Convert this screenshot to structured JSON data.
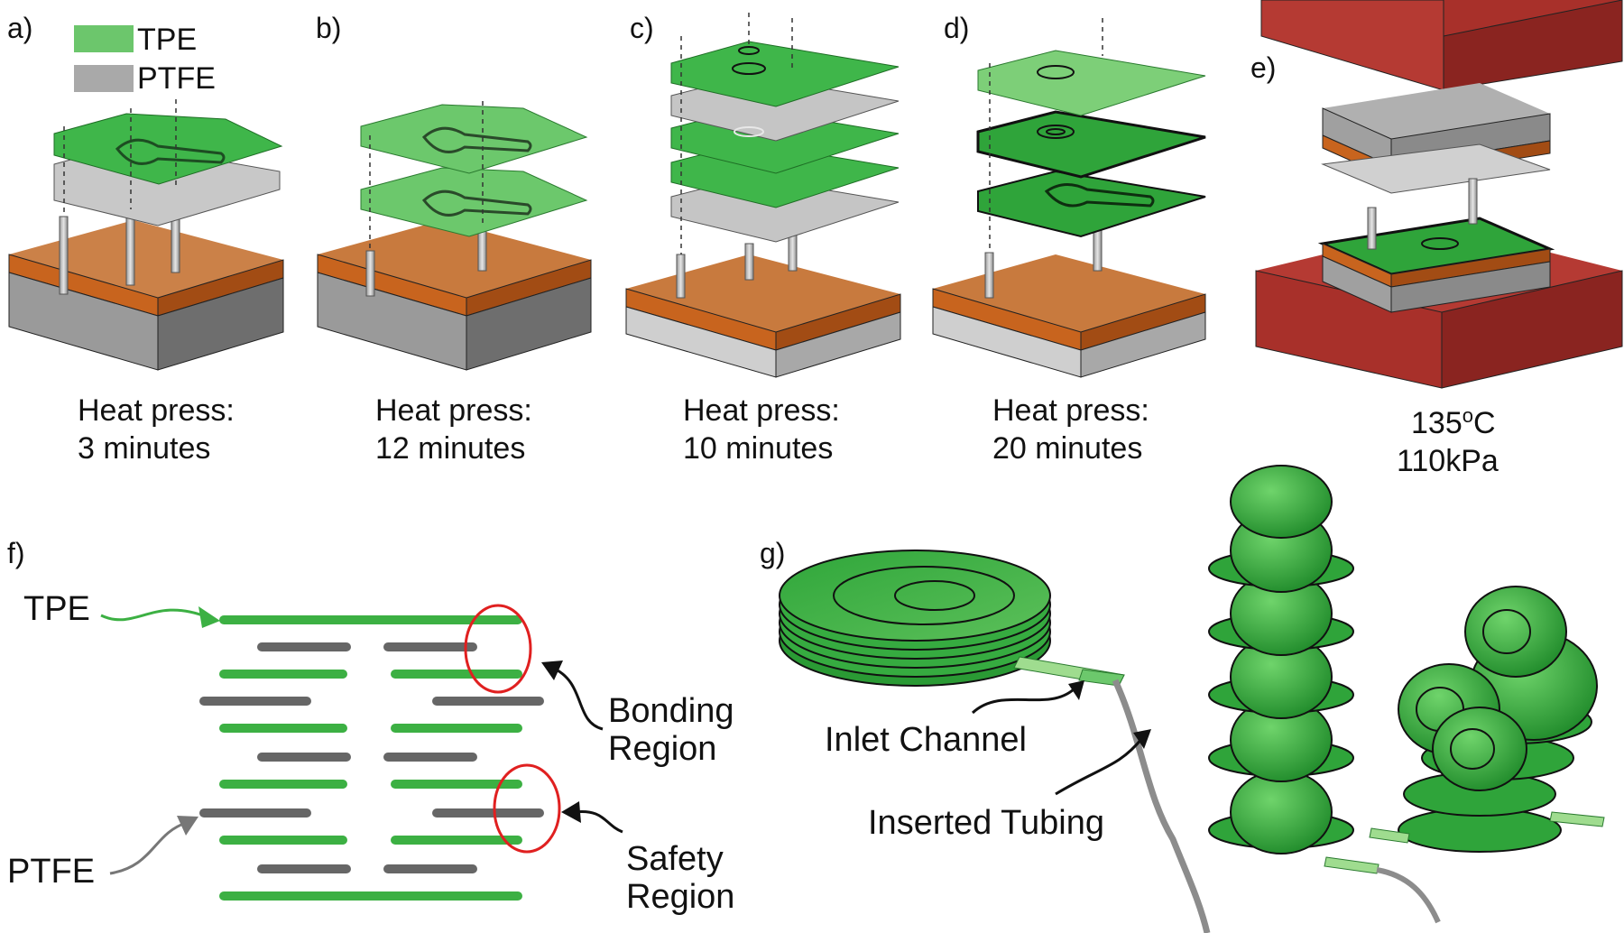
{
  "panels": {
    "a": {
      "letter": "a)",
      "caption_line1": "Heat press:",
      "caption_line2": "3 minutes"
    },
    "b": {
      "letter": "b)",
      "caption_line1": "Heat press:",
      "caption_line2": "12 minutes"
    },
    "c": {
      "letter": "c)",
      "caption_line1": "Heat press:",
      "caption_line2": "10 minutes"
    },
    "d": {
      "letter": "d)",
      "caption_line1": "Heat press:",
      "caption_line2": "20 minutes"
    },
    "e": {
      "letter": "e)",
      "temp_value": "135",
      "temp_sup": "o",
      "temp_unit": "C",
      "pressure": "110kPa"
    },
    "f": {
      "letter": "f)",
      "tpe_label": "TPE",
      "ptfe_label": "PTFE",
      "bonding_line1": "Bonding",
      "bonding_line2": "Region",
      "safety_line1": "Safety",
      "safety_line2": "Region"
    },
    "g": {
      "letter": "g)",
      "inlet_label": "Inlet Channel",
      "tubing_label": "Inserted Tubing"
    }
  },
  "legend": [
    {
      "label": "TPE",
      "color": "#6cc66c"
    },
    {
      "label": "PTFE",
      "color": "#a9a9a9"
    }
  ],
  "colors": {
    "tpe_green": "#3cb043",
    "tpe_light": "#7fcf7a",
    "ptfe_gray": "#b5b5b5",
    "ptfe_dark": "#666666",
    "copper": "#c8641e",
    "press_red": "#a8302a",
    "ring_red": "#e02020"
  }
}
